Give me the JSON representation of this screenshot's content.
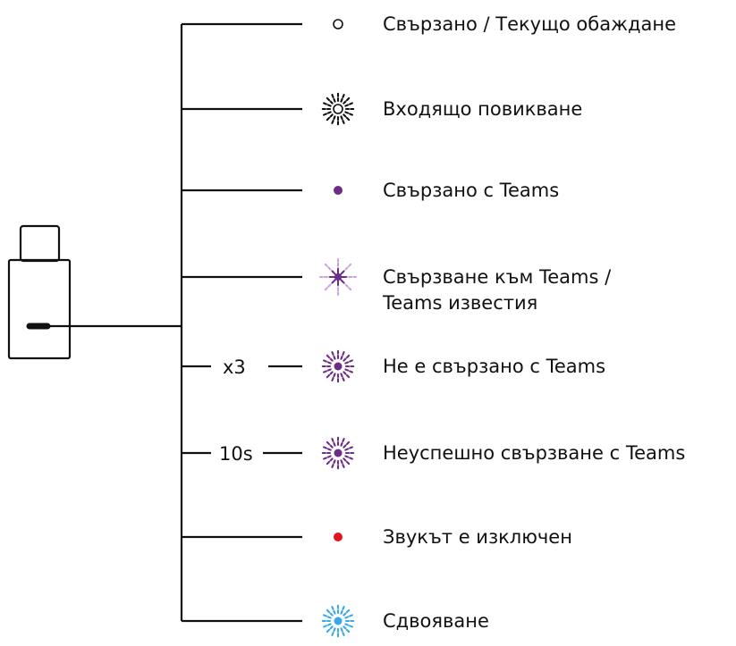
{
  "colors": {
    "line": "#111111",
    "white": "#ffffff",
    "black": "#111111",
    "purple": "#6b2d86",
    "light_purple": "#c9a3d8",
    "red": "#e0161b",
    "blue": "#3aa8e8"
  },
  "states": [
    {
      "label": "Свързано / Текущо обаждане",
      "icon": "white-dot-icon",
      "count": ""
    },
    {
      "label": "Входящо повикване",
      "icon": "black-white-blink-icon",
      "count": ""
    },
    {
      "label": "Свързано с Teams",
      "icon": "purple-dot-icon",
      "count": ""
    },
    {
      "label_line1": "Свързване към Teams /",
      "label_line2": "Teams известия",
      "icon": "purple-pulse-icon",
      "count": ""
    },
    {
      "label": "Не е свързано с Teams",
      "icon": "purple-blink-icon",
      "count": "x3"
    },
    {
      "label": "Неуспешно свързване с Teams",
      "icon": "purple-blink-icon",
      "count": "10s"
    },
    {
      "label": "Звукът е изключен",
      "icon": "red-dot-icon",
      "count": ""
    },
    {
      "label": "Сдвояване",
      "icon": "blue-blink-icon",
      "count": ""
    }
  ]
}
